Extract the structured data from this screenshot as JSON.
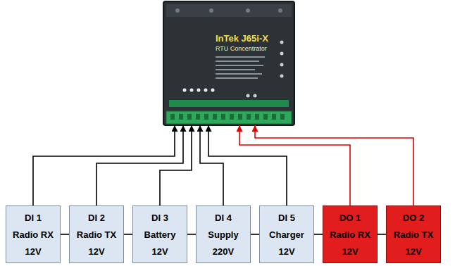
{
  "diagram": {
    "nodes": [
      {
        "text": [
          "InTek J65i-X",
          "RTU Concentrator"
        ]
      },
      {
        "text": [
          "DI 1",
          "Radio RX",
          "12V"
        ]
      },
      {
        "text": [
          "DI 2",
          "Radio TX",
          "12V"
        ]
      },
      {
        "text": [
          "DI 3",
          "Battery",
          "12V"
        ]
      },
      {
        "text": [
          "DI 4",
          "Supply",
          "220V"
        ]
      },
      {
        "text": [
          "DI 5",
          "Charger",
          "12V"
        ]
      },
      {
        "text": [
          "DO 1",
          "Radio RX",
          "12V"
        ]
      },
      {
        "text": [
          "DO 2",
          "Radio TX",
          "12V"
        ]
      }
    ],
    "edges": [
      {
        "from": 1,
        "to": 0,
        "arrow": "to"
      },
      {
        "from": 2,
        "to": 0,
        "arrow": "to"
      },
      {
        "from": 3,
        "to": 0,
        "arrow": "to"
      },
      {
        "from": 4,
        "to": 0,
        "arrow": "to"
      },
      {
        "from": 5,
        "to": 0,
        "arrow": "to"
      },
      {
        "from": 6,
        "to": 0,
        "arrow": "to"
      },
      {
        "from": 7,
        "to": 0,
        "arrow": "to"
      },
      {
        "from": 1,
        "to": 2,
        "arrow": "none"
      },
      {
        "from": 2,
        "to": 3,
        "arrow": "none"
      },
      {
        "from": 3,
        "to": 4,
        "arrow": "none"
      },
      {
        "from": 4,
        "to": 5,
        "arrow": "none"
      },
      {
        "from": 5,
        "to": 6,
        "arrow": "none"
      },
      {
        "from": 6,
        "to": 7,
        "arrow": "none"
      }
    ]
  }
}
